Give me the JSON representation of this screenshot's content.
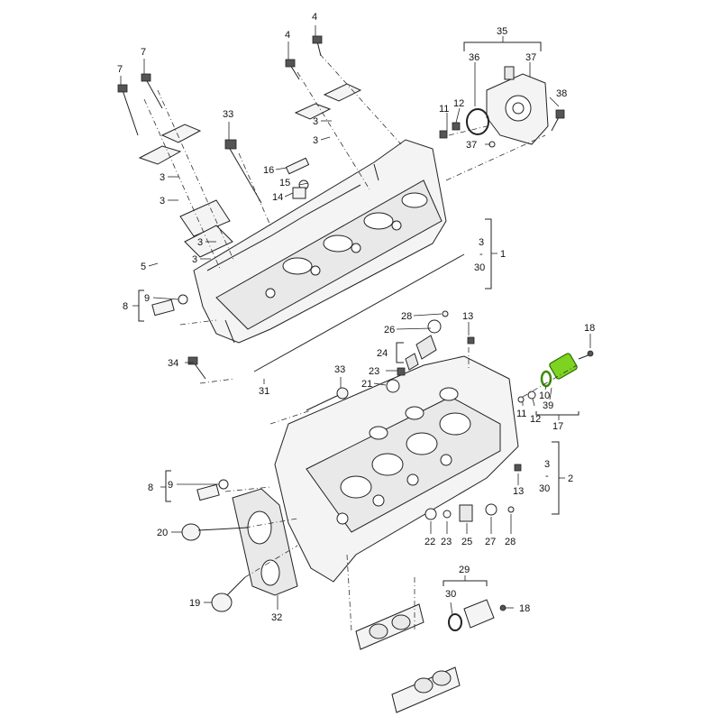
{
  "labels": {
    "l4a": "4",
    "l4b": "4",
    "l7a": "7",
    "l7b": "7",
    "l35": "35",
    "l36": "36",
    "l37": "37",
    "l38": "38",
    "l33a": "33",
    "l12a": "12",
    "l11a": "11",
    "l37b": "37",
    "l3a": "3",
    "l3b": "3",
    "l3c": "3",
    "l3d": "3",
    "l3e": "3",
    "l3f": "3",
    "l16": "16",
    "l15": "15",
    "l14": "14",
    "l5": "5",
    "l8a": "8",
    "l9a": "9",
    "lr1_3": "3",
    "lr1_dash": "-",
    "lr1_30": "30",
    "lr1_1": "1",
    "l28a": "28",
    "l26": "26",
    "l24": "24",
    "l13a": "13",
    "l18a": "18",
    "l34": "34",
    "l33b": "33",
    "l23a": "23",
    "l21": "21",
    "l31": "31",
    "l10": "10",
    "l39": "39",
    "l11b": "11",
    "l12b": "12",
    "l17": "17",
    "lr2_3": "3",
    "lr2_dash": "-",
    "lr2_30": "30",
    "lr2_2": "2",
    "l9b": "9",
    "l8b": "8",
    "l13b": "13",
    "l20": "20",
    "l22": "22",
    "l23b": "23",
    "l25": "25",
    "l27": "27",
    "l28b": "28",
    "l19": "19",
    "l32": "32",
    "l29": "29",
    "l30b": "30",
    "l18b": "18"
  },
  "colors": {
    "highlight": "#7ed321",
    "line": "#222222"
  }
}
